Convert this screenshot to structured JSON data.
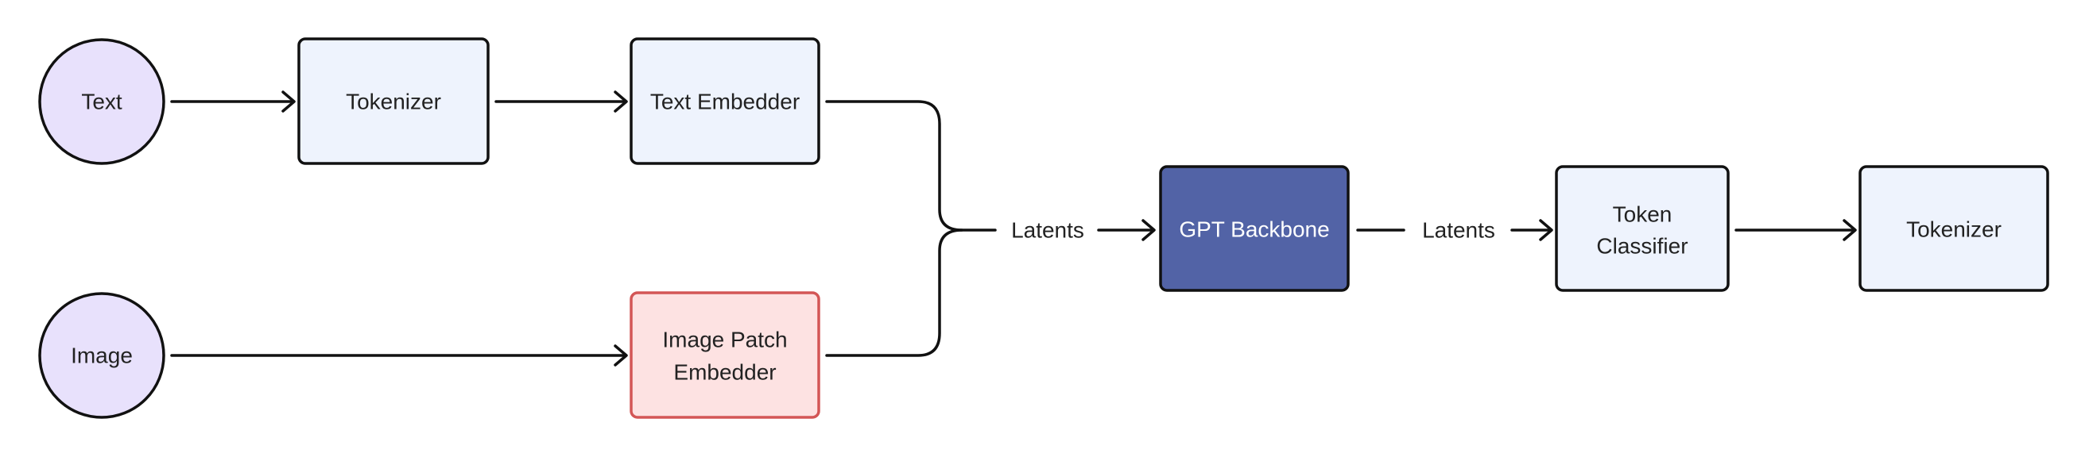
{
  "colors": {
    "input_fill": "#e8e1fc",
    "box_fill": "#eef3fd",
    "embed_fill": "#fde2e2",
    "embed_stroke": "#d35656",
    "backbone_fill": "#5263a6",
    "backbone_text": "#ffffff",
    "stroke": "#111111"
  },
  "nodes": {
    "text_input": "Text",
    "image_input": "Image",
    "tokenizer_in": "Tokenizer",
    "text_embedder": "Text Embedder",
    "image_patch_embedder_line1": "Image Patch",
    "image_patch_embedder_line2": "Embedder",
    "gpt_backbone": "GPT Backbone",
    "token_classifier_line1": "Token",
    "token_classifier_line2": "Classifier",
    "tokenizer_out": "Tokenizer"
  },
  "edges": {
    "latents_in": "Latents",
    "latents_out": "Latents"
  }
}
